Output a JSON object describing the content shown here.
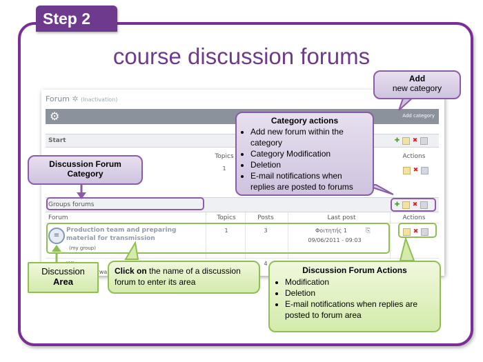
{
  "step_label": "Step 2",
  "page_title": "course discussion forums",
  "screenshot": {
    "header_forum": "Forum",
    "header_status": "(Inactivation)",
    "toolbar_add_category": "Add category",
    "section_start": "Start",
    "section_groups": "Groups forums",
    "col_forum": "Forum",
    "col_topics": "Topics",
    "col_posts": "Posts",
    "col_last_post": "Last post",
    "col_actions": "Actions",
    "start_row_topics": "1",
    "start_row_fragment": "s",
    "groups_row": {
      "title": "Production team and preparing material for transmission",
      "group": "(my group)",
      "topics": "1",
      "posts": "3",
      "last_post_user": "Φοιτητής 1",
      "last_post_date": "09/06/2011 - 09:03"
    },
    "partial_row_posts": "4",
    "partial_row_fragment": "Wi",
    "partial_row_fragment2": "ftwa"
  },
  "callouts": {
    "add_new_category": {
      "line1": "Add",
      "line2": "new category"
    },
    "category_actions": {
      "title": "Category actions",
      "items": [
        "Add new forum within the category",
        "Category Modification",
        "Deletion",
        "E-mail notifications when replies are posted to forums"
      ]
    },
    "discussion_forum_category": {
      "line1": "Discussion Forum",
      "line2": "Category"
    },
    "discussion_area": {
      "line1": "Discussion",
      "line2": "Area"
    },
    "click_on": {
      "bold": "Click on",
      "rest": " the name of a discussion forum to enter its area"
    },
    "discussion_forum_actions": {
      "title": "Discussion Forum Actions",
      "items": [
        "Modification",
        "Deletion",
        "E-mail notifications when replies are posted to forum area"
      ]
    }
  },
  "colors": {
    "accent_purple": "#7a2f97",
    "callout_green": "#8fbf52"
  }
}
